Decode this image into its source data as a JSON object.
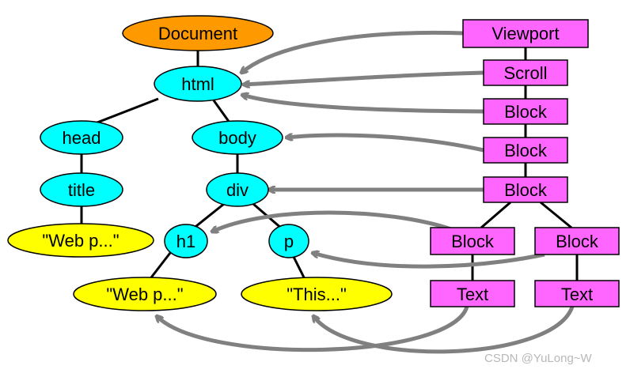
{
  "colors": {
    "document": "#ff9900",
    "element": "#00ffff",
    "text_node": "#ffff00",
    "render_box": "#ff66ff",
    "edge": "#000000",
    "arrow": "#808080"
  },
  "dom_tree": {
    "document": "Document",
    "html": "html",
    "head": "head",
    "title": "title",
    "title_text": "\"Web p...\"",
    "body": "body",
    "div": "div",
    "h1": "h1",
    "p": "p",
    "h1_text": "\"Web p...\"",
    "p_text": "\"This...\""
  },
  "render_tree": {
    "viewport": "Viewport",
    "scroll": "Scroll",
    "block_html": "Block",
    "block_body": "Block",
    "block_div": "Block",
    "block_h1": "Block",
    "block_p": "Block",
    "text_h1": "Text",
    "text_p": "Text"
  },
  "watermark": "CSDN @YuLong~W"
}
